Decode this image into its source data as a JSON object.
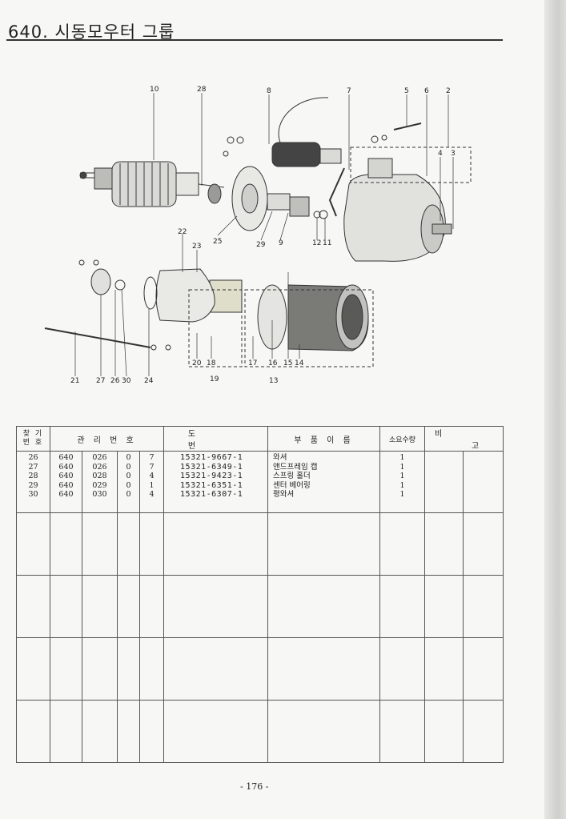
{
  "page": {
    "title": "640. 시동모우터 그룹",
    "page_number": "- 176 -"
  },
  "diagram": {
    "callouts": {
      "c10": "10",
      "c28": "28",
      "c8": "8",
      "c7": "7",
      "c5": "5",
      "c6": "6",
      "c2": "2",
      "c4": "4",
      "c3": "3",
      "c25": "25",
      "c29": "29",
      "c9": "9",
      "c12": "12",
      "c11": "11",
      "c22": "22",
      "c23": "23",
      "c21": "21",
      "c27": "27",
      "c26": "26",
      "c30": "30",
      "c24": "24",
      "c20": "20",
      "c18": "18",
      "c19": "19",
      "c17": "17",
      "c16": "16",
      "c15": "15",
      "c14": "14",
      "c13": "13"
    }
  },
  "table": {
    "headers": {
      "item_no": "찾 기 번 호",
      "item_no_line1": "찾 기",
      "item_no_line2": "번 호",
      "mgmt_no": "관 리 번 호",
      "drawing_no": "도 번",
      "part_name": "부 품 이 름",
      "quantity": "소요수량",
      "remarks_1": "비",
      "remarks_2": "고"
    },
    "rows": [
      {
        "find": "26",
        "m1": "640",
        "m2": "026",
        "m3": "0",
        "m4": "7",
        "drawing": "15321-9667-1",
        "name": "와셔",
        "qty": "1"
      },
      {
        "find": "27",
        "m1": "640",
        "m2": "026",
        "m3": "0",
        "m4": "7",
        "drawing": "15321-6349-1",
        "name": "앤드프레임 캡",
        "qty": "1"
      },
      {
        "find": "28",
        "m1": "640",
        "m2": "028",
        "m3": "0",
        "m4": "4",
        "drawing": "15321-9423-1",
        "name": "스프링 홀더",
        "qty": "1"
      },
      {
        "find": "29",
        "m1": "640",
        "m2": "029",
        "m3": "0",
        "m4": "1",
        "drawing": "15321-6351-1",
        "name": "센터 베어링",
        "qty": "1"
      },
      {
        "find": "30",
        "m1": "640",
        "m2": "030",
        "m3": "0",
        "m4": "4",
        "drawing": "15321-6307-1",
        "name": "평와셔",
        "qty": "1"
      }
    ]
  }
}
